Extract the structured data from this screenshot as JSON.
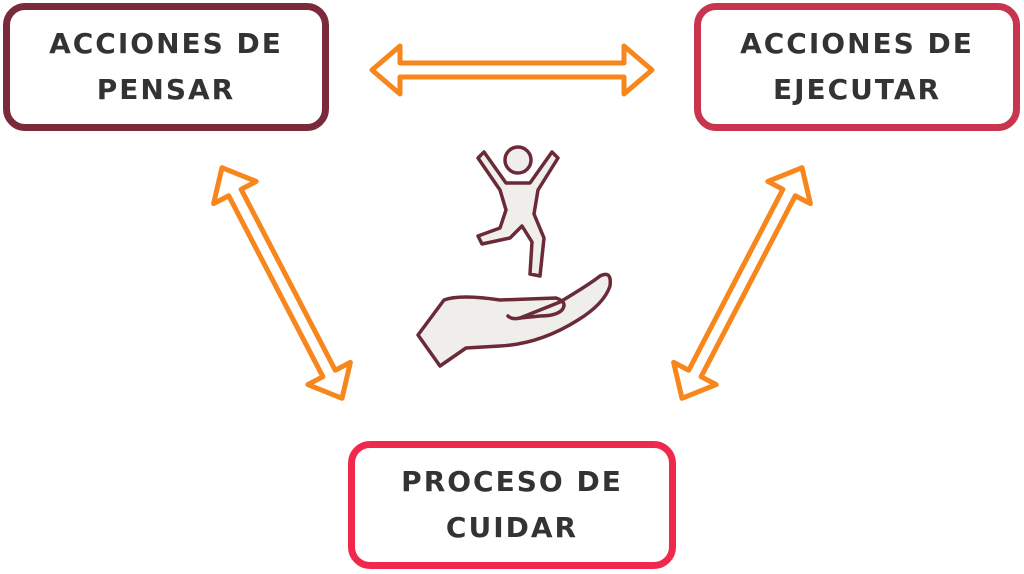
{
  "nodes": {
    "think": {
      "line1": "ACCIONES DE",
      "line2": "PENSAR"
    },
    "execute": {
      "line1": "ACCIONES DE",
      "line2": "EJECUTAR"
    },
    "care": {
      "line1": "PROCESO DE",
      "line2": "CUIDAR"
    }
  },
  "colors": {
    "think_border": "#7a2a3a",
    "execute_border": "#c8354e",
    "care_border": "#f0284c",
    "arrow": "#f7861d",
    "icon_stroke": "#6b2a38",
    "icon_fill": "#efeeeb",
    "text": "#333333"
  },
  "icons": {
    "center": "hand-holding-person-icon"
  }
}
